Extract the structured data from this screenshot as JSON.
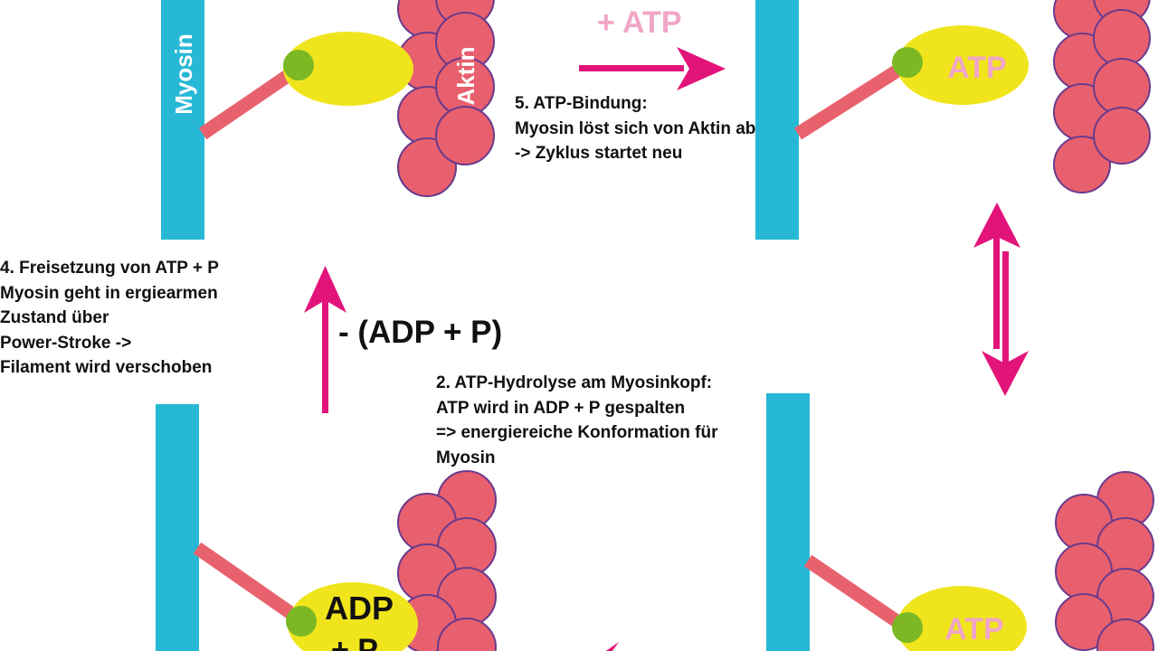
{
  "colors": {
    "myosin": "#27b8d6",
    "neck": "#e8626e",
    "head": "#f0e51c",
    "hinge": "#7cb824",
    "actin_fill": "#e8606e",
    "actin_stroke": "#6a3a8c",
    "arrow": "#e2147a",
    "atp_text_pink": "#f0a6c6",
    "text": "#111111"
  },
  "labels": {
    "myosin": "Myosin",
    "aktin": "Aktin",
    "plus_atp": "+ ATP",
    "minus_adp_p": "- (ADP + P)",
    "head_atp_top": "ATP",
    "head_atp_bottom": "ATP",
    "head_adp": "ADP",
    "head_p": "+ P"
  },
  "steps": {
    "step5": [
      "5. ATP-Bindung:",
      "Myosin löst sich von Aktin ab",
      "-> Zyklus startet neu"
    ],
    "step4": [
      "4. Freisetzung von ATP + P",
      "Myosin geht in ergiearmen",
      "Zustand über",
      "Power-Stroke ->",
      "Filament wird verschoben"
    ],
    "step2": [
      "2. ATP-Hydrolyse am Myosinkopf:",
      "ATP wird in ADP + P gespalten",
      "=> energiereiche Konformation für",
      "Myosin"
    ]
  }
}
